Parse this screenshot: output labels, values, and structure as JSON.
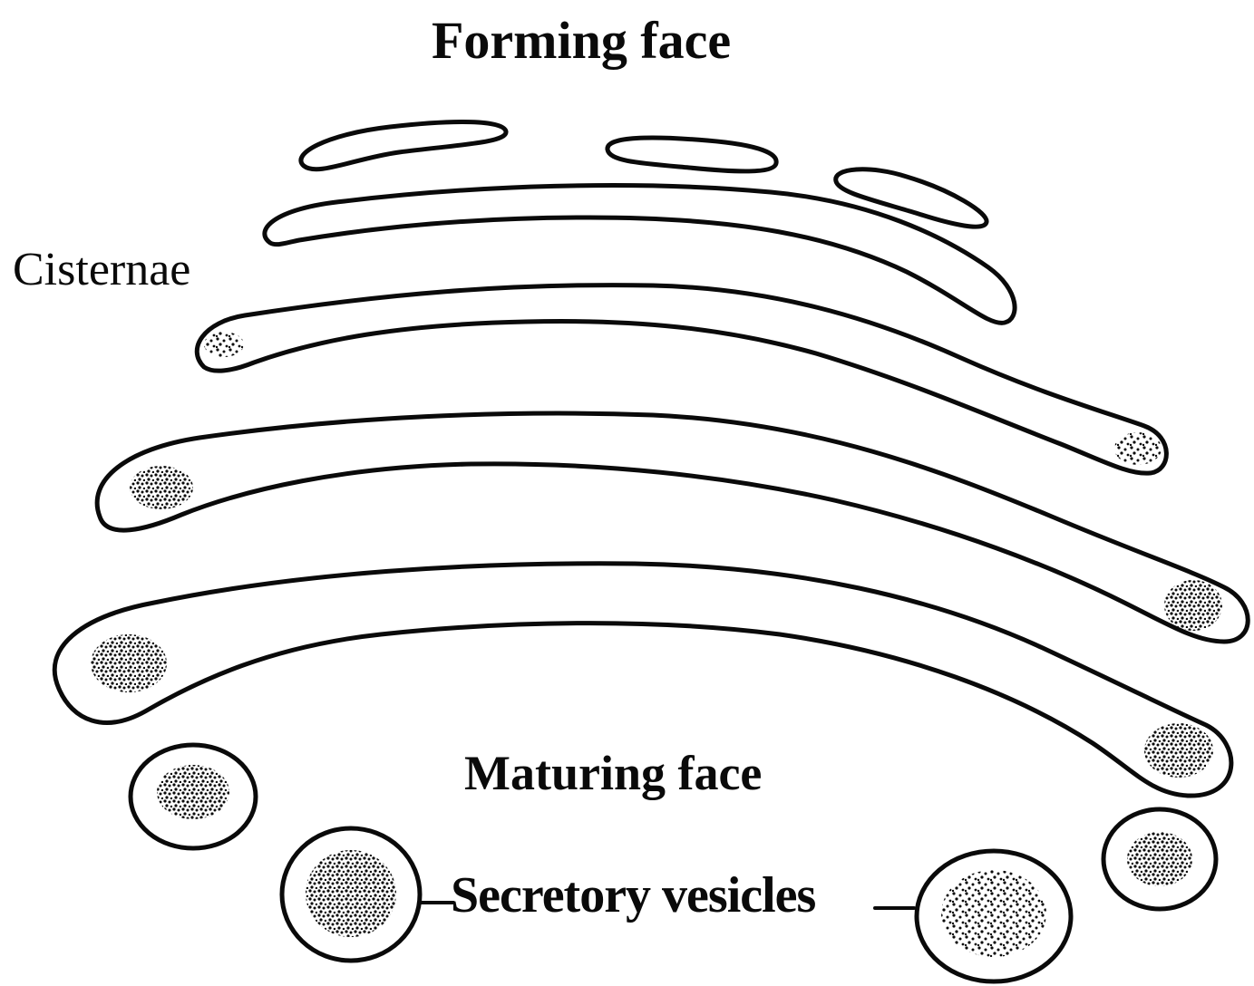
{
  "labels": {
    "forming_face": "Forming face",
    "cisternae": "Cisternae",
    "maturing_face": "Maturing face",
    "secretory_vesicles": "Secretory vesicles"
  },
  "colors": {
    "ink": "#0a0a0a",
    "background": "#ffffff"
  }
}
